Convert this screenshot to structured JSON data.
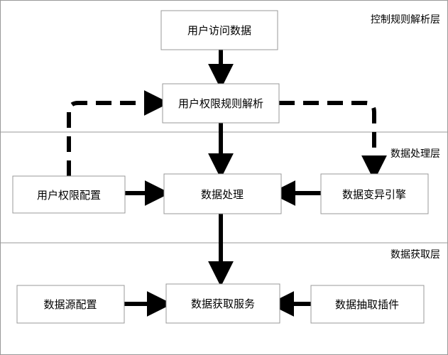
{
  "layers": {
    "control": "控制规则解析层",
    "processing": "数据处理层",
    "acquisition": "数据获取层"
  },
  "nodes": {
    "user_access_data": "用户访问数据",
    "user_permission_rule_parse": "用户权限规则解析",
    "user_permission_config": "用户权限配置",
    "data_processing": "数据处理",
    "data_change_engine": "数据变异引擎",
    "datasource_config": "数据源配置",
    "data_acquisition_service": "数据获取服务",
    "data_extraction_plugin": "数据抽取插件"
  }
}
